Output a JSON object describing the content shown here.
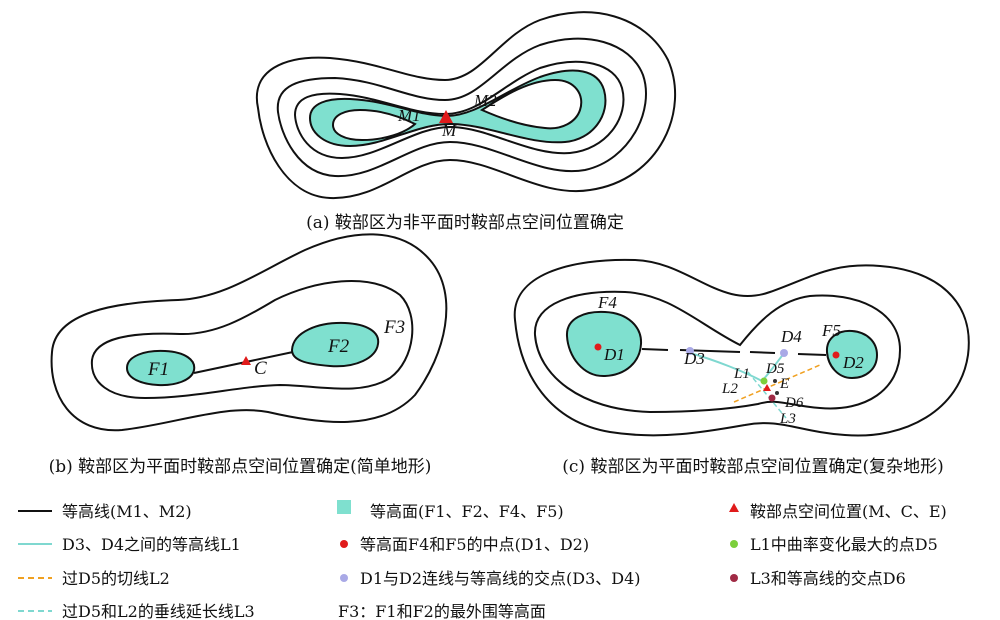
{
  "colors": {
    "surface": "#7fe0cf",
    "contour": "#111111",
    "saddle": "#e01b1b",
    "midpoint": "#e01b1b",
    "intersection": "#a9a9e6",
    "max_curvature": "#7ccf3c",
    "l3_intersection": "#a02a45",
    "tangent": "#f0a020",
    "perpendicular": "#7fd8d0",
    "l1_line": "#7fd8d0"
  },
  "panel_a": {
    "caption": "(a) 鞍部区为非平面时鞍部点空间位置确定",
    "label_m1": "M1",
    "label_m2": "M2",
    "label_m": "M"
  },
  "panel_b": {
    "caption": "(b) 鞍部区为平面时鞍部点空间位置确定(简单地形)",
    "label_f1": "F1",
    "label_f2": "F2",
    "label_f3": "F3",
    "label_c": "C"
  },
  "panel_c": {
    "caption": "(c) 鞍部区为平面时鞍部点空间位置确定(复杂地形)",
    "label_f4": "F4",
    "label_f5": "F5",
    "label_d1": "D1",
    "label_d2": "D2",
    "label_d3": "D3",
    "label_d4": "D4",
    "label_d5": "D5",
    "label_d6": "D6",
    "label_l1": "L1",
    "label_l2": "L2",
    "label_l3": "L3",
    "label_e": "E"
  },
  "legend": {
    "contour": "等高线(M1、M2)",
    "l1": "D3、D4之间的等高线L1",
    "tangent": "过D5的切线L2",
    "perpendicular": "过D5和L2的垂线延长线L3",
    "surface": "等高面(F1、F2、F4、F5)",
    "midpoint": "等高面F4和F5的中点(D1、D2)",
    "intersection": "D1与D2连线与等高线的交点(D3、D4)",
    "f3_note": "F3：F1和F2的最外围等高面",
    "saddle": "鞍部点空间位置(M、C、E)",
    "max_curvature": "L1中曲率变化最大的点D5",
    "l3_intersection": "L3和等高线的交点D6"
  }
}
